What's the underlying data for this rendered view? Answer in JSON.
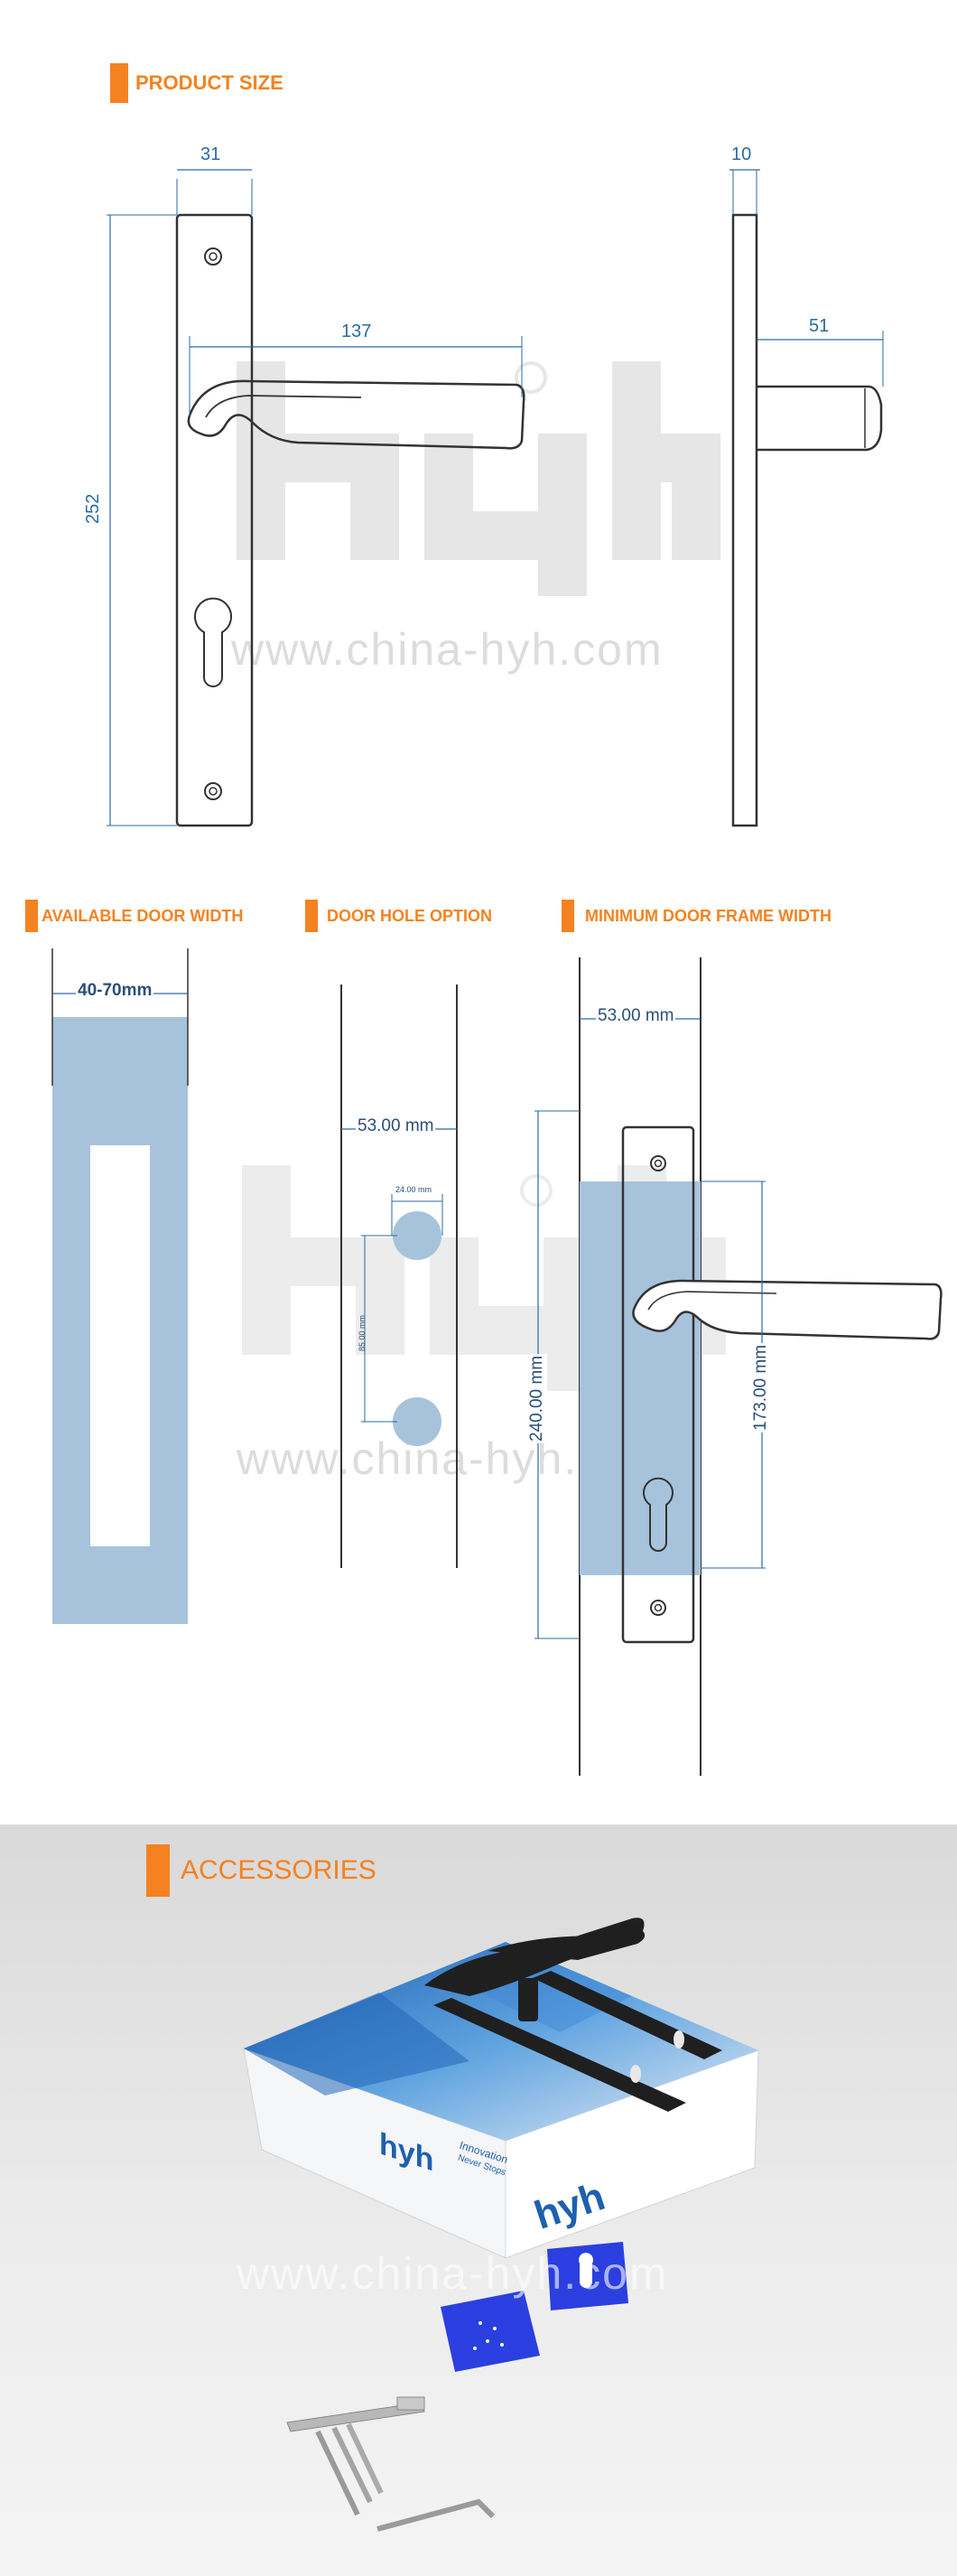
{
  "headers": {
    "product_size": "PRODUCT SIZE",
    "available_door_width": "AVAILABLE DOOR WIDTH",
    "door_hole_option": "DOOR HOLE OPTION",
    "minimum_door_frame_width": "MINIMUM DOOR FRAME WIDTH",
    "accessories": "ACCESSORIES"
  },
  "product_size": {
    "plate_width": "31",
    "lever_length": "137",
    "plate_height": "252",
    "side_thickness": "10",
    "side_projection": "51"
  },
  "available_door_width": {
    "range": "40-70mm"
  },
  "door_hole_option": {
    "width": "53.00 mm",
    "hole_gap": "24.00 mm",
    "hole_spacing": "85.00 mm"
  },
  "minimum_door_frame_width": {
    "frame_width": "53.00 mm",
    "height_a": "240.00 mm",
    "height_b": "173.00 mm"
  },
  "watermark": {
    "url_1": "www.china-hyh.com",
    "url_2": "www.china-hyh.com",
    "url_3": "www.china-hyh.com",
    "logo_text": "hyh"
  },
  "box_branding": {
    "logo": "hyh",
    "tagline_1": "Innovation",
    "tagline_2": "Never Stops"
  },
  "colors": {
    "accent": "#f58220",
    "dimension_blue": "#2b6aa3",
    "door_fill": "#a7c3dc",
    "box_blue": "#2266b8"
  }
}
